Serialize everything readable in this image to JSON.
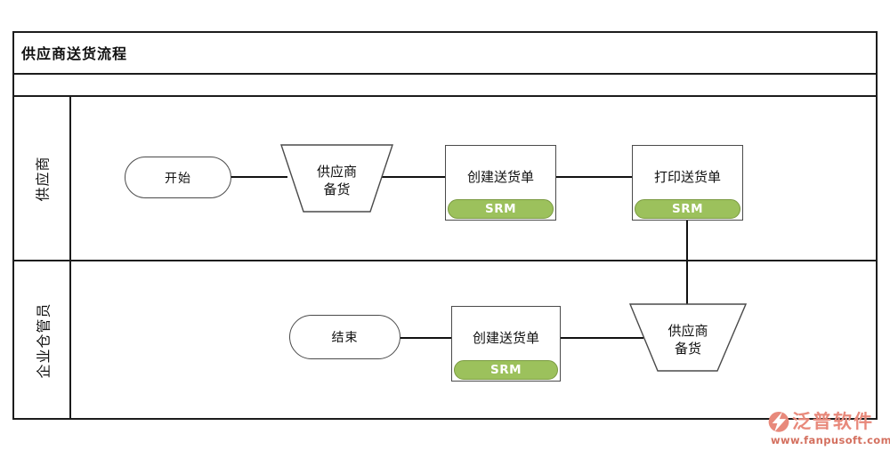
{
  "title": "供应商送货流程",
  "lanes": [
    {
      "label": "供应商"
    },
    {
      "label": "企业仓管员"
    }
  ],
  "flow": {
    "lane1": {
      "start_label": "开始",
      "prepare_line1": "供应商",
      "prepare_line2": "备货",
      "create_label": "创建送货单",
      "print_label": "打印送货单"
    },
    "lane2": {
      "end_label": "结束",
      "create_label": "创建送货单",
      "prepare_line1": "供应商",
      "prepare_line2": "备货"
    },
    "srm_badge": "SRM"
  },
  "watermark": {
    "brand": "泛普软件",
    "url": "www.fanpusoft.com"
  },
  "colors": {
    "srm_fill": "#9cc15c",
    "srm_border": "#7a9a41",
    "line": "#1c1c1c",
    "shape_stroke": "#4a4a4a",
    "wm_brand": "#e8897b",
    "wm_url": "#d4705f"
  }
}
